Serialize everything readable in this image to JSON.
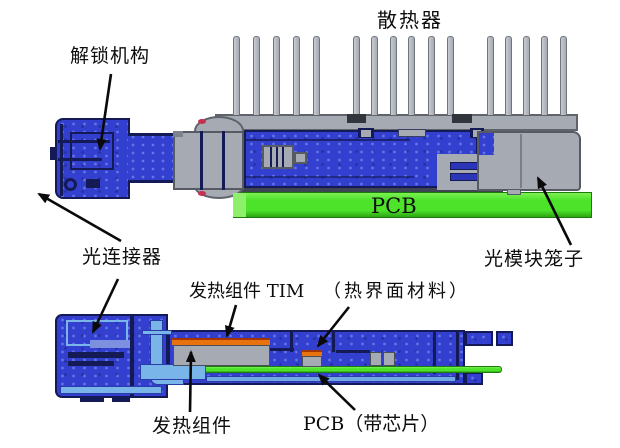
{
  "figure": {
    "top_labels": {
      "heatsink": "散热器",
      "unlock_mechanism": "解锁机构",
      "pcb": "PCB",
      "optical_connector": "光连接器",
      "module_cage": "光模块笼子"
    },
    "bottom_labels": {
      "heating_component_tim": "发热组件 TIM",
      "tim_full_name": "（热界面材料）",
      "heating_component": "发热组件",
      "pcb_with_chip": "PCB（带芯片）"
    },
    "colors": {
      "module_blue": "#3340cf",
      "dark_navy": "#131a56",
      "light_blue": "#79b5e8",
      "metal_gray": "#a6abb3",
      "pcb_green": "#4de32b",
      "tim_orange": "#e8720d",
      "marker_red": "#c73050"
    }
  }
}
